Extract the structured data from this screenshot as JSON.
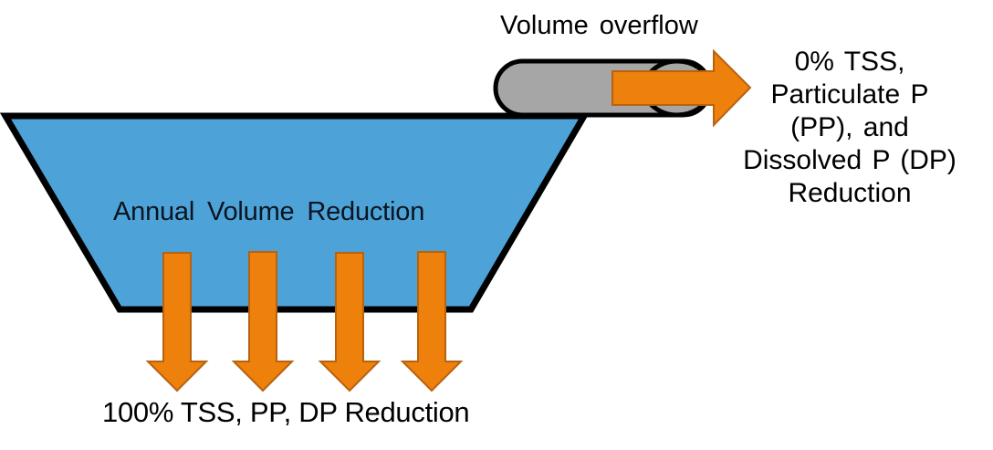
{
  "colors": {
    "basin_fill": "#4da3d8",
    "outline": "#000000",
    "pipe_fill": "#a6a6a6",
    "arrow_fill": "#ee800c",
    "arrow_stroke": "#b8620e"
  },
  "labels": {
    "overflow_title": "Volume overflow",
    "basin": "Annual Volume Reduction",
    "bottom": "100% TSS, PP, DP Reduction",
    "overflow_result": [
      "0% TSS,",
      "Particulate P",
      "(PP), and",
      "Dissolved P (DP)",
      "Reduction"
    ]
  },
  "infiltration_arrow_count": 4,
  "overflow_percent_reduction": 0,
  "infiltration_percent_reduction": 100
}
